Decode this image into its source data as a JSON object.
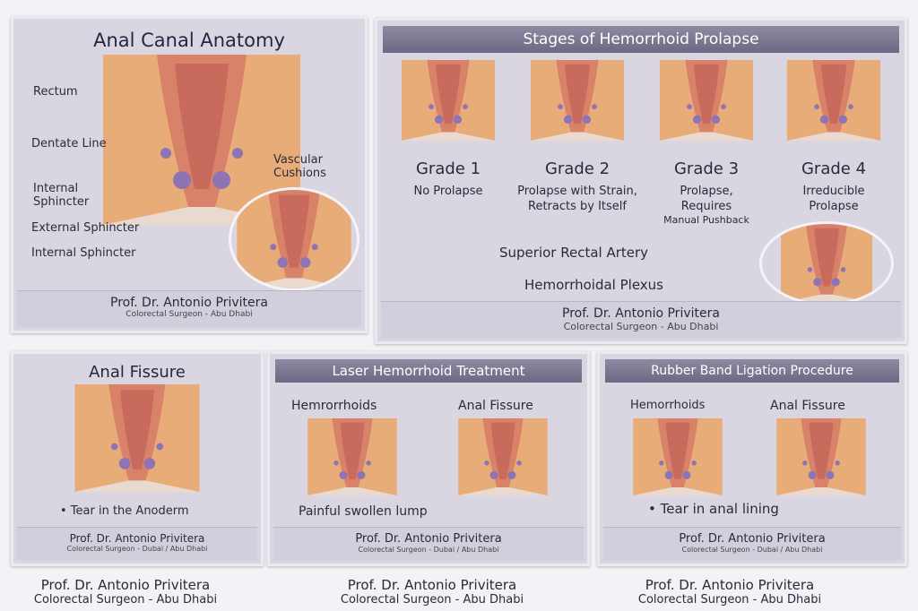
{
  "colors": {
    "tissue": "#d9826a",
    "muscle": "#e6a060",
    "vein": "#8e74b4",
    "panel": "#d9d6e2",
    "band": "#6c6883"
  },
  "anatomy": {
    "title": "Anal Canal Anatomy",
    "labels": [
      "Rectum",
      "Dentate Line",
      "Internal Sphincter",
      "External Sphincter",
      "Internal Sphincter",
      "Vascular Cushions"
    ],
    "footer_name": "Prof. Dr. Antonio Privitera",
    "footer_role": "Colorectal Surgeon - Abu Dhabi"
  },
  "stages": {
    "title": "Stages of Hemorrhoid Prolapse",
    "grades": [
      {
        "name": "Grade 1",
        "desc": "No Prolapse"
      },
      {
        "name": "Grade 2",
        "desc": "Prolapse with Strain, Retracts by Itself"
      },
      {
        "name": "Grade 3",
        "desc": "Prolapse, Requires",
        "desc2": "Manual Pushback"
      },
      {
        "name": "Grade 4",
        "desc": "Irreducible Prolapse"
      }
    ],
    "labels": [
      "Superior Rectal Artery",
      "Hemorrhoidal Plexus"
    ],
    "footer_name": "Prof. Dr. Antonio Privitera",
    "footer_role": "Colorectal Surgeon - Abu Dhabi"
  },
  "fissure": {
    "title": "Anal Fissure",
    "note": "• Tear in the Anoderm",
    "footer_name": "Prof. Dr. Antonio Privitera",
    "footer_role": "Colorectal Surgeon - Dubai / Abu Dhabi"
  },
  "laser": {
    "title": "Laser Hemorrhoid Treatment",
    "left": "Hemrorrhoids",
    "right": "Anal Fissure",
    "note": "Painful swollen lump",
    "footer_name": "Prof. Dr. Antonio Privitera",
    "footer_role": "Colorectal Surgeon -  Dubai / Abu Dhabi"
  },
  "band": {
    "title": "Rubber Band Ligation Procedure",
    "left": "Hemorrhoids",
    "right": "Anal Fissure",
    "note": "• Tear in anal lining",
    "footer_name": "Prof. Dr. Antonio Privitera",
    "footer_role": "Colorectal Surgeon - Dubai / Abu Dhabi"
  },
  "captions": [
    {
      "name": "Prof. Dr. Antonio Privitera",
      "role": "Colorectal Surgeon - Abu Dhabi"
    },
    {
      "name": "Prof. Dr. Antonio Privitera",
      "role": "Colorectal Surgeon - Abu Dhabi"
    },
    {
      "name": "Prof. Dr. Antonio Privitera",
      "role": "Colorectal Surgeon - Abu Dhabi"
    }
  ]
}
